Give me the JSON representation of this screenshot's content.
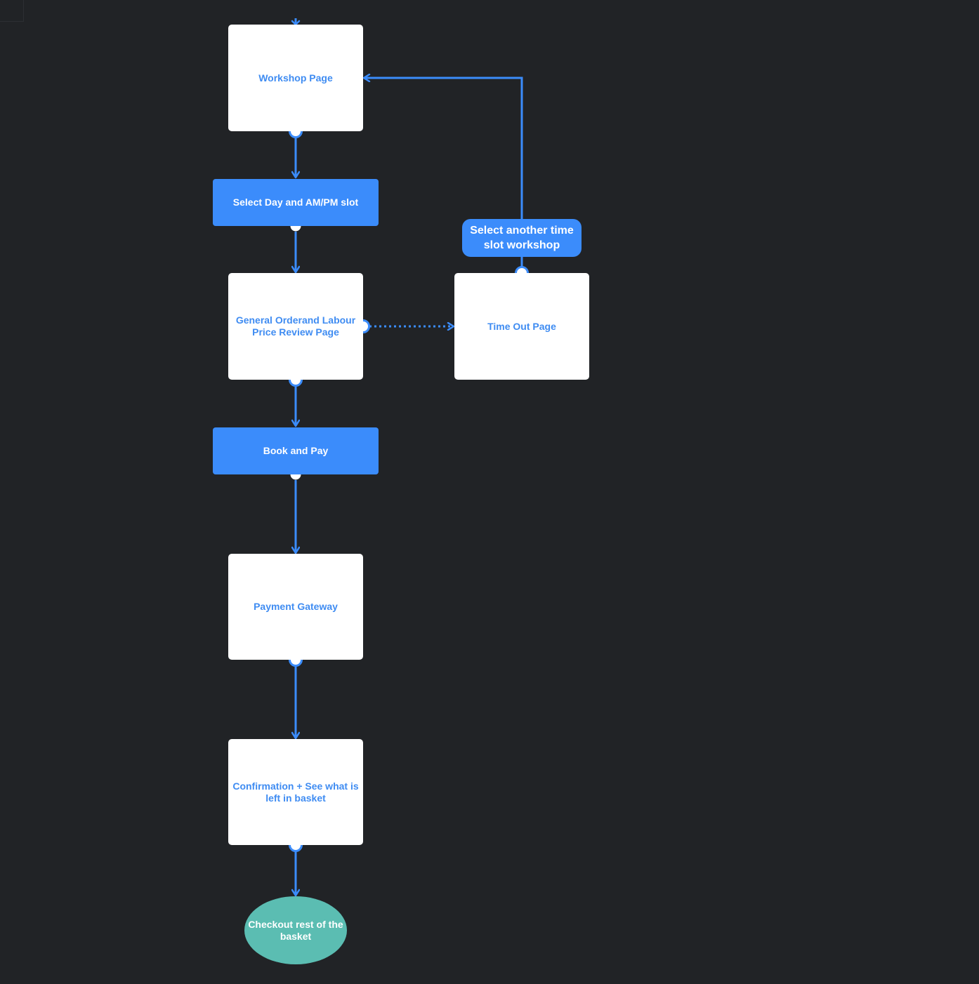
{
  "colors": {
    "background": "#212326",
    "accent": "#3b8cfb",
    "page_text": "#3f8cf2",
    "terminal": "#5bbdb2",
    "node_fill": "#ffffff"
  },
  "nodes": {
    "workshop_page": "Workshop Page",
    "select_day_slot": "Select Day and AM/PM slot",
    "general_order_review": "General Orderand Labour Price Review Page",
    "time_out_page": "Time Out Page",
    "select_another_slot": "Select another time slot workshop",
    "book_and_pay": "Book and Pay",
    "payment_gateway": "Payment Gateway",
    "confirmation": "Confirmation + See what is left in basket",
    "checkout_rest": "Checkout rest of the basket"
  }
}
